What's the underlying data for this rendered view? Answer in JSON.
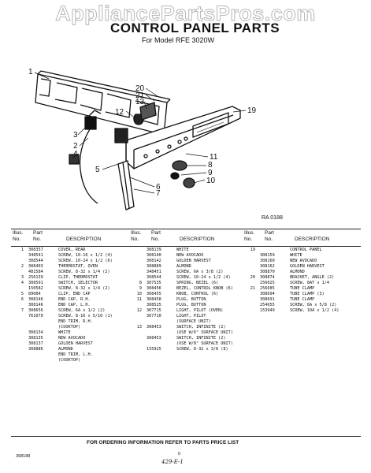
{
  "watermark": "AppliancePartsPros.com",
  "header": {
    "title": "CONTROL PANEL PARTS",
    "subtitle": "For Model RFE 3020W"
  },
  "diagram": {
    "callouts": [
      "1",
      "2",
      "3",
      "4",
      "5",
      "6",
      "7",
      "8",
      "9",
      "10",
      "11",
      "12",
      "13",
      "19",
      "20",
      "21"
    ],
    "ref_code": "RA 0188"
  },
  "table": {
    "headers": {
      "illus": "Illus.",
      "no": "No.",
      "part": "Part",
      "part_no": "No.",
      "description": "DESCRIPTION"
    },
    "columns": [
      [
        {
          "n": "1",
          "p": "308357",
          "d": "COVER, REAR"
        },
        {
          "n": "",
          "p": "348541",
          "d": "SCREW, 10-16 x 1/2 (4)"
        },
        {
          "n": "",
          "p": "308544",
          "d": "SCREW, 10-24 x 1/2 (6)"
        },
        {
          "n": "2",
          "p": "308403",
          "d": "THERMOSTAT, OVEN"
        },
        {
          "n": "",
          "p": "481584",
          "d": "SCREW, 8-32 x 1/4 (2)"
        },
        {
          "n": "3",
          "p": "256139",
          "d": "CLIP, THERMOSTAT"
        },
        {
          "n": "4",
          "p": "308591",
          "d": "SWITCH, SELECTOR"
        },
        {
          "n": "",
          "p": "150582",
          "d": "SCREW, 8-32 x 1/4 (2)"
        },
        {
          "n": "5",
          "p": "89084",
          "d": "CLIP, END CAP"
        },
        {
          "n": "6",
          "p": "308146",
          "d": "END CAP, R.H."
        },
        {
          "n": "",
          "p": "308146",
          "d": "END CAP, L.H."
        },
        {
          "n": "7",
          "p": "308656",
          "d": "SCREW, 6A x 1/2 (2)"
        },
        {
          "n": "",
          "p": "761070",
          "d": "SCREW, 8-16 x 5/16 (1)"
        },
        {
          "n": "",
          "p": "",
          "d": "END TRIM, R.H."
        },
        {
          "n": "",
          "p": "",
          "d": "(COOKTOP)"
        },
        {
          "n": "",
          "p": "308134",
          "d": "WHITE"
        },
        {
          "n": "",
          "p": "308135",
          "d": "NEW AVOCADO"
        },
        {
          "n": "",
          "p": "",
          "d": ""
        },
        {
          "n": "",
          "p": "308137",
          "d": "GOLDEN HARVEST"
        },
        {
          "n": "",
          "p": "308886",
          "d": "ALMOND"
        },
        {
          "n": "",
          "p": "",
          "d": "END TRIM, L.H."
        },
        {
          "n": "",
          "p": "",
          "d": "(COOKTOP)"
        }
      ],
      [
        {
          "n": "",
          "p": "308139",
          "d": "WHITE"
        },
        {
          "n": "",
          "p": "308140",
          "d": "NEW AVOCADO"
        },
        {
          "n": "",
          "p": "",
          "d": ""
        },
        {
          "n": "",
          "p": "308142",
          "d": "GOLDEN HARVEST"
        },
        {
          "n": "",
          "p": "308889",
          "d": "ALMOND"
        },
        {
          "n": "",
          "p": "348451",
          "d": "SCREW, 6A x 3/8 (2)"
        },
        {
          "n": "",
          "p": "308544",
          "d": "SCREW, 10-24 x 1/2 (4)"
        },
        {
          "n": "8",
          "p": "307535",
          "d": "SPRING, BEZEL (6)"
        },
        {
          "n": "9",
          "p": "308456",
          "d": "BEZEL, CONTROL KNOB (6)"
        },
        {
          "n": "10",
          "p": "308455",
          "d": "KNOB, CONTROL (6)"
        },
        {
          "n": "11",
          "p": "308458",
          "d": "PLUG, BUTTON"
        },
        {
          "n": "",
          "p": "308525",
          "d": "PLUG, BUTTON"
        },
        {
          "n": "12",
          "p": "307715",
          "d": "LIGHT, PILOT (OVEN)"
        },
        {
          "n": "",
          "p": "307710",
          "d": "LIGHT, PILOT"
        },
        {
          "n": "",
          "p": "",
          "d": "(SURFACE UNIT)"
        },
        {
          "n": "13",
          "p": "308453",
          "d": "SWITCH, INFINITE (2)"
        },
        {
          "n": "",
          "p": "",
          "d": "(USE W/6\" SURFACE UNIT)"
        },
        {
          "n": "",
          "p": "308453",
          "d": "SWITCH, INFINITE (2)"
        },
        {
          "n": "",
          "p": "",
          "d": "(USE W/8\" SURFACE UNIT)"
        },
        {
          "n": "",
          "p": "155925",
          "d": "SCREW, 8-32 x 3/8 (8)"
        }
      ],
      [
        {
          "n": "19",
          "p": "",
          "d": "CONTROL PANEL"
        },
        {
          "n": "",
          "p": "308159",
          "d": "WHITE"
        },
        {
          "n": "",
          "p": "308160",
          "d": "NEW AVOCADO"
        },
        {
          "n": "",
          "p": "",
          "d": ""
        },
        {
          "n": "",
          "p": "308162",
          "d": "GOLDEN HARVEST"
        },
        {
          "n": "",
          "p": "308870",
          "d": "ALMOND"
        },
        {
          "n": "20",
          "p": "308874",
          "d": "BRACKET, ANGLE (2)"
        },
        {
          "n": "",
          "p": "256025",
          "d": "SCREW, 8AT x 1/4"
        },
        {
          "n": "21",
          "p": "256685",
          "d": "TUBE CLAMP"
        },
        {
          "n": "",
          "p": "308694",
          "d": "TUBE CLAMP (3)"
        },
        {
          "n": "",
          "p": "308691",
          "d": "TUBE CLAMP"
        },
        {
          "n": "",
          "p": "254655",
          "d": "SCREW, 6A x 5/8 (2)"
        },
        {
          "n": "",
          "p": "153949",
          "d": "SCREW, 10A x 1/2 (4)"
        }
      ]
    ]
  },
  "footer": {
    "notice": "FOR ORDERING INFORMATION REFER TO PARTS PRICE LIST",
    "doc_number": "398188",
    "page": "0",
    "handwritten": "429-E-1"
  }
}
